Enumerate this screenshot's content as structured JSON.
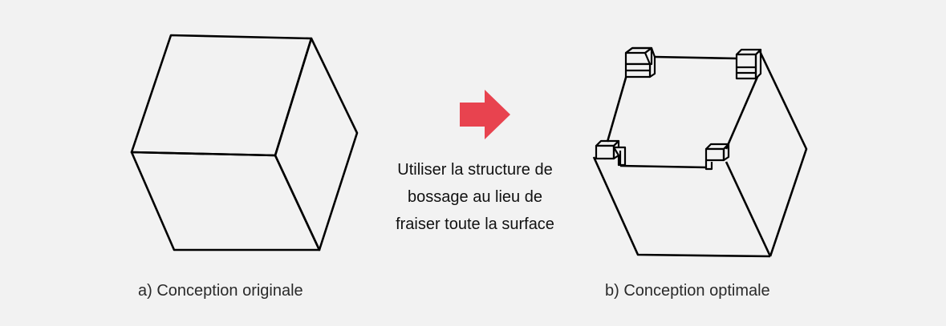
{
  "captions": {
    "original": "a) Conception originale",
    "optimal": "b) Conception optimale"
  },
  "note": {
    "lines": [
      "Utiliser la structure de",
      "bossage au lieu de",
      "fraiser toute la surface"
    ]
  },
  "colors": {
    "arrow": "#e8434f",
    "line": "#000000",
    "background": "#f2f2f2"
  },
  "icons": {
    "arrow": "right-arrow-icon"
  }
}
